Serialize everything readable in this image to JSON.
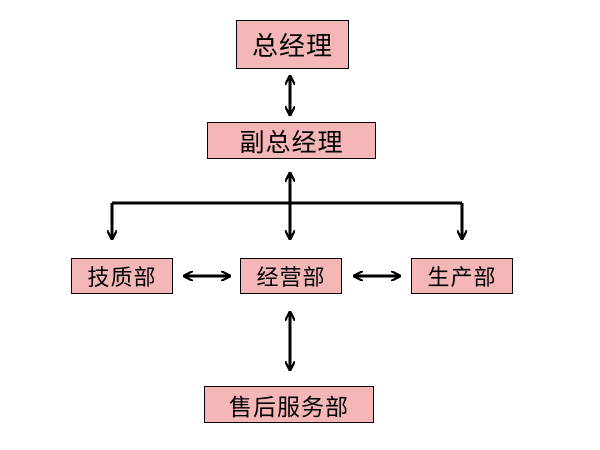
{
  "diagram": {
    "nodes": {
      "gm": "总经理",
      "dgm": "副总经理",
      "tech": "技质部",
      "ops": "经营部",
      "prod": "生产部",
      "svc": "售后服务部"
    },
    "edges": [
      {
        "from": "gm",
        "to": "dgm",
        "direction": "both"
      },
      {
        "from": "dgm",
        "to": "tech",
        "direction": "forward"
      },
      {
        "from": "dgm",
        "to": "ops",
        "direction": "both"
      },
      {
        "from": "dgm",
        "to": "prod",
        "direction": "forward"
      },
      {
        "from": "tech",
        "to": "ops",
        "direction": "both"
      },
      {
        "from": "ops",
        "to": "prod",
        "direction": "both"
      },
      {
        "from": "ops",
        "to": "svc",
        "direction": "both"
      }
    ],
    "colors": {
      "node_fill": "#f4b6b6",
      "line": "#000000"
    }
  }
}
